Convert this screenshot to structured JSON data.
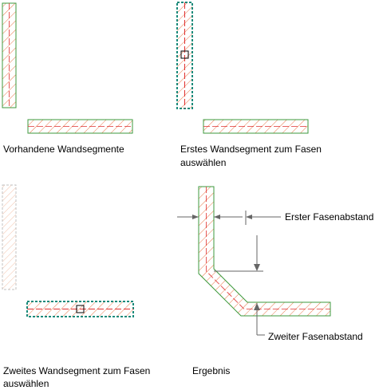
{
  "panels": {
    "existing": {
      "caption": "Vorhandene Wandsegmente"
    },
    "first": {
      "caption_line1": "Erstes Wandsegment zum Fasen",
      "caption_line2": "auswählen"
    },
    "second": {
      "caption_line1": "Zweites Wandsegment zum Fasen",
      "caption_line2": "auswählen"
    },
    "result": {
      "caption": "Ergebnis",
      "label_first_distance": "Erster Fasenabstand",
      "label_second_distance": "Zweiter Fasenabstand"
    }
  },
  "colors": {
    "wall_outline": "#3d9a3d",
    "hatch": "#e8794a",
    "centerline": "#e03030",
    "selection": "#1a8a7a",
    "dimension": "#666666"
  }
}
